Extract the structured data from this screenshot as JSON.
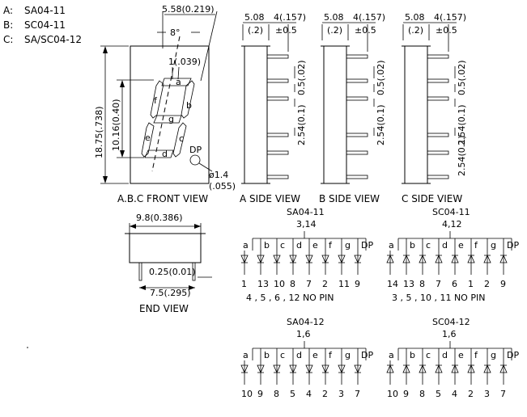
{
  "legend": [
    {
      "key": "A:",
      "value": "SA04-11"
    },
    {
      "key": "B:",
      "value": "SC04-11"
    },
    {
      "key": "C:",
      "value": "SA/SC04-12"
    }
  ],
  "front_view": {
    "label": "A.B.C  FRONT  VIEW",
    "dim_top": "5.58(0.219)",
    "angle": "8°",
    "seg_width": "1(.039)",
    "height": "18.75(.738)",
    "digit_height": "10.16(0.40)",
    "dp_label": "DP",
    "dp_dia": "ø1.4",
    "dp_dia2": "(.055)",
    "segments": [
      "a",
      "b",
      "c",
      "d",
      "e",
      "f",
      "g"
    ]
  },
  "side_views": [
    {
      "label": "A  SIDE  VIEW",
      "d1": "5.08",
      "d1b": "(.2)",
      "d2": "4(.157)",
      "tol": "±0.5",
      "pitch_a": "0.5(.02)",
      "pitch_b": "2.54(0.1)"
    },
    {
      "label": "B  SIDE  VIEW",
      "d1": "5.08",
      "d1b": "(.2)",
      "d2": "4(.157)",
      "tol": "±0.5",
      "pitch_a": "0.5(.02)",
      "pitch_b": "2.54(0.1)"
    },
    {
      "label": "C  SIDE  VIEW",
      "d1": "5.08",
      "d1b": "(.2)",
      "d2": "4(.157)",
      "tol": "±0.5",
      "pitch_a": "0.5(.02)",
      "pitch_b": "2.54(0.1)"
    }
  ],
  "end_view": {
    "label": "END  VIEW",
    "width": "9.8(0.386)",
    "pin": "0.25(0.01)",
    "row": "7.5(.295)"
  },
  "schematics": [
    {
      "title": "SA04-11",
      "common": "3,14",
      "pins": [
        "1",
        "13",
        "10",
        "8",
        "7",
        "2",
        "11",
        "9"
      ],
      "note": "4 , 5 , 6 , 12  NO  PIN",
      "anode": true
    },
    {
      "title": "SC04-11",
      "common": "4,12",
      "pins": [
        "14",
        "13",
        "8",
        "7",
        "6",
        "1",
        "2",
        "9"
      ],
      "note": "3 , 5 , 10 , 11  NO  PIN",
      "anode": false
    },
    {
      "title": "SA04-12",
      "common": "1,6",
      "pins": [
        "10",
        "9",
        "8",
        "5",
        "4",
        "2",
        "3",
        "7"
      ],
      "note": "",
      "anode": true
    },
    {
      "title": "SC04-12",
      "common": "1,6",
      "pins": [
        "10",
        "9",
        "8",
        "5",
        "4",
        "2",
        "3",
        "7"
      ],
      "note": "",
      "anode": false
    }
  ],
  "seg_labels": [
    "b",
    "c",
    "d",
    "e",
    "f",
    "g",
    "DP"
  ],
  "first_label": "a"
}
